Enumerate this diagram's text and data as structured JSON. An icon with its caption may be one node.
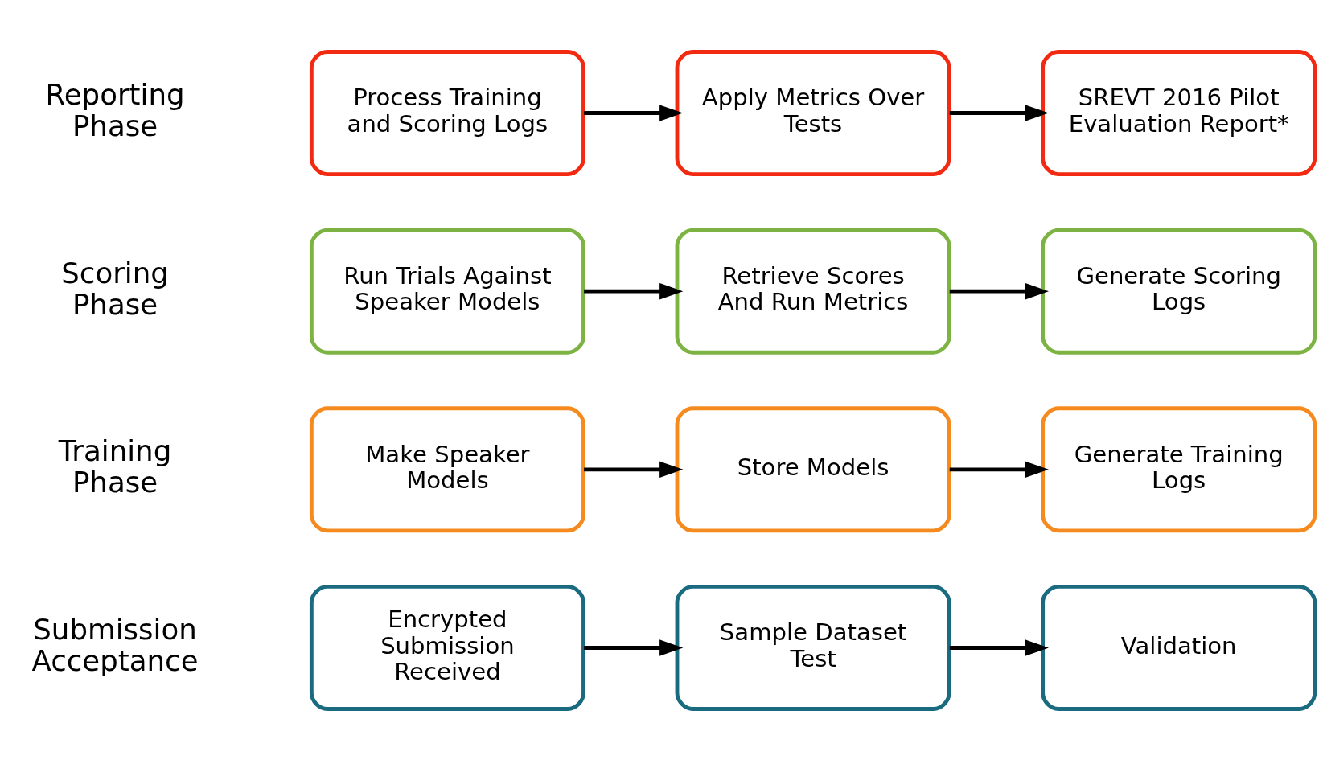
{
  "diagram": {
    "nodes": [
      {
        "text": [
          "Encrypted Submission Received"
        ]
      },
      {
        "text": [
          "Sample Dataset Test"
        ]
      },
      {
        "text": [
          "Validation"
        ]
      },
      {
        "text": [
          "Make Speaker Models"
        ]
      },
      {
        "text": [
          "Store Models"
        ]
      },
      {
        "text": [
          "Generate Training Logs"
        ]
      },
      {
        "text": [
          "Run Trials Against Speaker Models"
        ]
      },
      {
        "text": [
          "Retrieve Scores And Run Metrics"
        ]
      },
      {
        "text": [
          "Generate Scoring Logs"
        ]
      },
      {
        "text": [
          "Process Training and Scoring Logs"
        ]
      },
      {
        "text": [
          "Apply Metrics Over Tests"
        ]
      },
      {
        "text": [
          "SREVT 2016 Pilot Evaluation Report*"
        ]
      }
    ],
    "edges": [
      {
        "from": 0,
        "to": 1,
        "arrow": "to"
      },
      {
        "from": 1,
        "to": 2,
        "arrow": "to"
      },
      {
        "from": 3,
        "to": 4,
        "arrow": "to"
      },
      {
        "from": 4,
        "to": 5,
        "arrow": "to"
      },
      {
        "from": 6,
        "to": 7,
        "arrow": "to"
      },
      {
        "from": 7,
        "to": 8,
        "arrow": "to"
      },
      {
        "from": 9,
        "to": 10,
        "arrow": "to"
      },
      {
        "from": 10,
        "to": 11,
        "arrow": "to"
      }
    ],
    "labels": [
      "Submission Acceptance",
      "Training Phase",
      "Scoring Phase",
      "Reporting Phase"
    ]
  }
}
